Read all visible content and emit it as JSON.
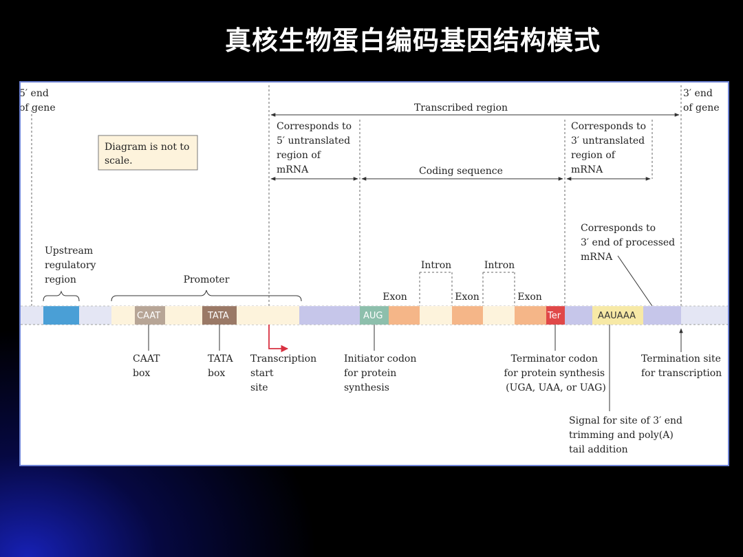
{
  "slide": {
    "title": "真核生物蛋白编码基因结构模式"
  },
  "diagram": {
    "note": [
      "Diagram is not to",
      "scale."
    ],
    "ends": {
      "five_prime": [
        "5′ end",
        "of gene"
      ],
      "three_prime": [
        "3′ end",
        "of gene"
      ]
    },
    "top_regions": {
      "transcribed": "Transcribed region",
      "utr5": [
        "Corresponds to",
        "5′ untranslated",
        "region of",
        "mRNA"
      ],
      "coding": "Coding sequence",
      "utr3": [
        "Corresponds to",
        "3′ untranslated",
        "region of",
        "mRNA"
      ],
      "processed_end": [
        "Corresponds to",
        "3′ end of processed",
        "mRNA"
      ]
    },
    "upper_labels": {
      "upstream": [
        "Upstream",
        "regulatory",
        "region"
      ],
      "promoter": "Promoter",
      "exon1": "Exon",
      "exon2": "Exon",
      "exon3": "Exon",
      "intron1": "Intron",
      "intron2": "Intron"
    },
    "box_labels": {
      "caat": "CAAT",
      "tata": "TATA",
      "aug": "AUG",
      "ter": "Ter",
      "aauaaa": "AAUAAA"
    },
    "lower_labels": {
      "caat_box": [
        "CAAT",
        "box"
      ],
      "tata_box": [
        "TATA",
        "box"
      ],
      "tss": [
        "Transcription",
        "start",
        "site"
      ],
      "initiator": [
        "Initiator codon",
        "for protein",
        "synthesis"
      ],
      "terminator": [
        "Terminator codon",
        "for protein synthesis",
        "(UGA, UAA, or UAG)"
      ],
      "termination_site": [
        "Termination site",
        "for transcription"
      ],
      "polya_signal": [
        "Signal for site of 3′ end",
        "trimming and poly(A)",
        "tail addition"
      ]
    },
    "colors": {
      "upstream_box": "#4a9fd6",
      "promoter_light": "#fdf3dc",
      "caat_box": "#b7a596",
      "tata_box": "#9a7966",
      "utr": "#c6c6ea",
      "aug_box": "#8dbfac",
      "exon": "#f5b688",
      "intron": "#fdf3dc",
      "ter_box": "#e04848",
      "aauaaa_box": "#f7e9a6",
      "arrow_red": "#d83040"
    }
  }
}
